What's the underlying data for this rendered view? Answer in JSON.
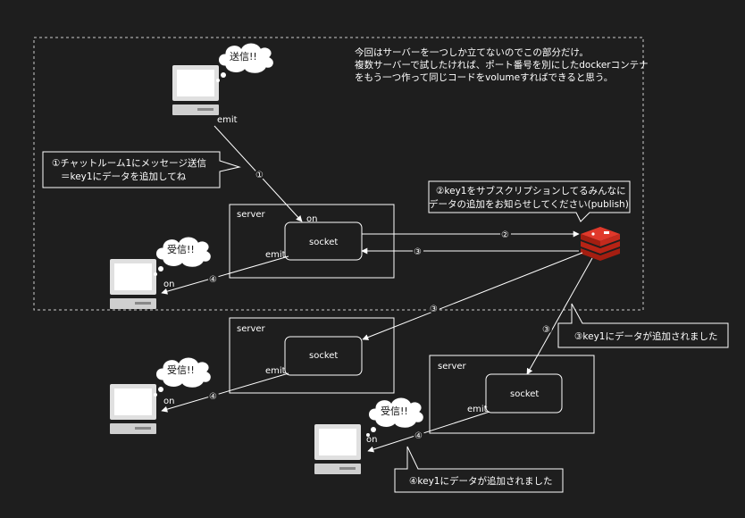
{
  "top_note": [
    "今回はサーバーを一つしか立てないのでこの部分だけ。",
    "複数サーバーで試したければ、ポート番号を別にしたdockerコンテナ",
    "をもう一つ作って同じコードをvolumeすればできると思う。"
  ],
  "callout_send": [
    "①チャットルーム1にメッセージ送信",
    "＝key1にデータを追加してね"
  ],
  "callout_publish": [
    "②key1をサブスクリプションしてるみんなに",
    "データの追加をお知らせしてください(publish)"
  ],
  "callout_key1_a": "③key1にデータが追加されました",
  "callout_key1_b": "④key1にデータが追加されました",
  "bubble_send": "送信!!",
  "bubble_recv": "受信!!",
  "server_label": "server",
  "socket_label": "socket",
  "emit_label": "emit",
  "on_label": "on",
  "step1": "①",
  "step2": "②",
  "step3": "③",
  "step4": "④",
  "colors": {
    "background": "#1e1e1e",
    "line": "#ffffff",
    "redis": "#d82c20",
    "computer": "#e6e6e6"
  },
  "icons": [
    "computer-icon",
    "cloud-bubble",
    "redis-icon"
  ]
}
